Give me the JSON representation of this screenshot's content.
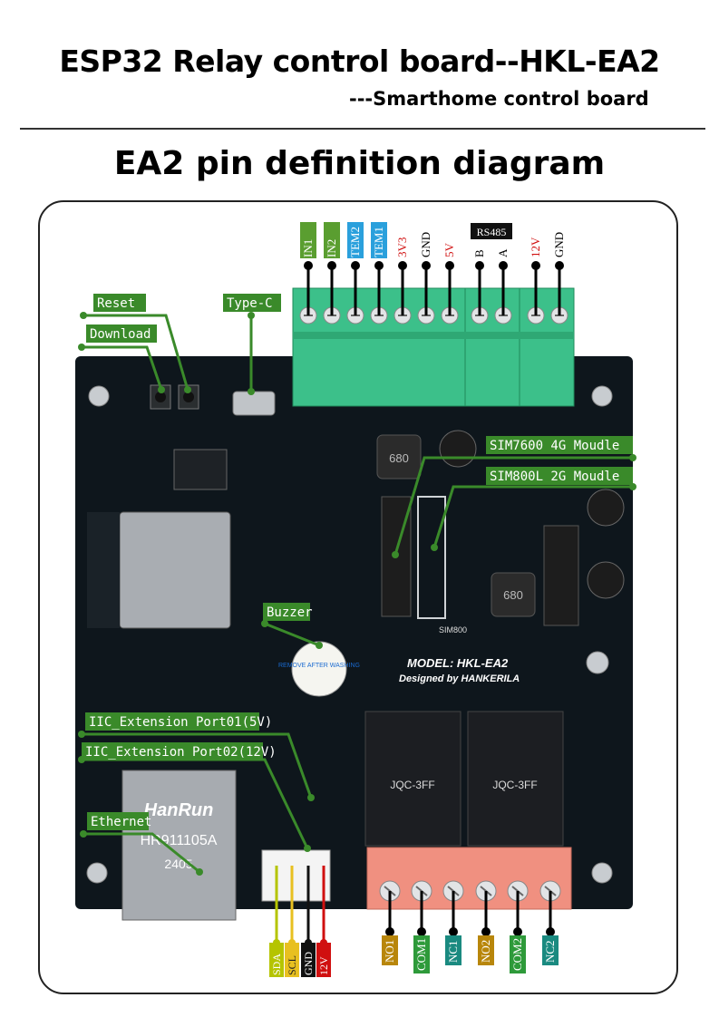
{
  "header": {
    "title": "ESP32 Relay control board--HKL-EA2",
    "subtitle": "---Smarthome control board",
    "diagram_title": "EA2 pin definition diagram"
  },
  "top_pins": [
    {
      "label": "IN1",
      "style": "green"
    },
    {
      "label": "IN2",
      "style": "green"
    },
    {
      "label": "TEM2",
      "style": "blue"
    },
    {
      "label": "TEM1",
      "style": "blue"
    },
    {
      "label": "3V3",
      "style": "red-text"
    },
    {
      "label": "GND",
      "style": "black-text"
    },
    {
      "label": "5V",
      "style": "red-text"
    },
    {
      "label": "B",
      "style": "black-text"
    },
    {
      "label": "A",
      "style": "black-text"
    },
    {
      "label": "12V",
      "style": "red-text"
    },
    {
      "label": "GND",
      "style": "black-text"
    }
  ],
  "rs485_label": "RS485",
  "callouts": {
    "reset": "Reset",
    "download": "Download",
    "typec": "Type-C",
    "sim7600": "SIM7600 4G Moudle",
    "sim800": "SIM800L 2G Moudle",
    "buzzer": "Buzzer",
    "iic1": "IIC_Extension Port01(5V)",
    "iic2": "IIC_Extension Port02(12V)",
    "ethernet": "Ethernet"
  },
  "board_text": {
    "model": "MODEL: HKL-EA2",
    "designer": "Designed by HANKERILA",
    "relay_brand": "JQC-3FF",
    "ethernet_brand": "HanRun",
    "ethernet_part": "HR911105A",
    "ethernet_date": "2405",
    "buzzer_sticker": "REMOVE AFTER WASHING",
    "inductor1": "680",
    "inductor2": "680",
    "sim800_silk": "SIM800"
  },
  "bottom_left_pins": [
    {
      "label": "SDA",
      "color": "#b5c400"
    },
    {
      "label": "SCL",
      "color": "#e8c020"
    },
    {
      "label": "GND",
      "color": "#111111"
    },
    {
      "label": "12V",
      "color": "#d01010"
    }
  ],
  "bottom_relay_pins": [
    {
      "label": "NO1",
      "color": "#b8860b"
    },
    {
      "label": "COM1",
      "color": "#2e9a3a"
    },
    {
      "label": "NC1",
      "color": "#1a8a80"
    },
    {
      "label": "NO2",
      "color": "#b8860b"
    },
    {
      "label": "COM2",
      "color": "#2e9a3a"
    },
    {
      "label": "NC2",
      "color": "#1a8a80"
    }
  ],
  "colors": {
    "board": "#101820",
    "terminal": "#3cc08a",
    "relay_terminal": "#f09080",
    "label_green": "#5a9e30",
    "label_blue": "#2aa0dc",
    "callout_green": "#3a8a2a"
  }
}
